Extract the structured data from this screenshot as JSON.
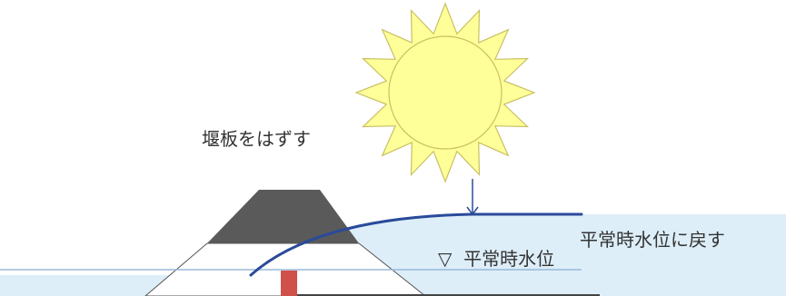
{
  "labels": {
    "remove_weir_board": "堰板をはずす",
    "water_level_symbol": "▽",
    "normal_water_level": "平常時水位",
    "return_to_normal": "平常時水位に戻す"
  },
  "colors": {
    "sun_fill": "#ffff99",
    "sun_stroke": "#c8c060",
    "water_fill": "#ddeef8",
    "water_surface": "#2a4a9a",
    "water_level_line": "#9ab8d8",
    "embankment_top": "#5a5a5a",
    "embankment_outline": "#555555",
    "weir_board": "#d0504a",
    "ground_line": "#444444",
    "text": "#333333"
  }
}
